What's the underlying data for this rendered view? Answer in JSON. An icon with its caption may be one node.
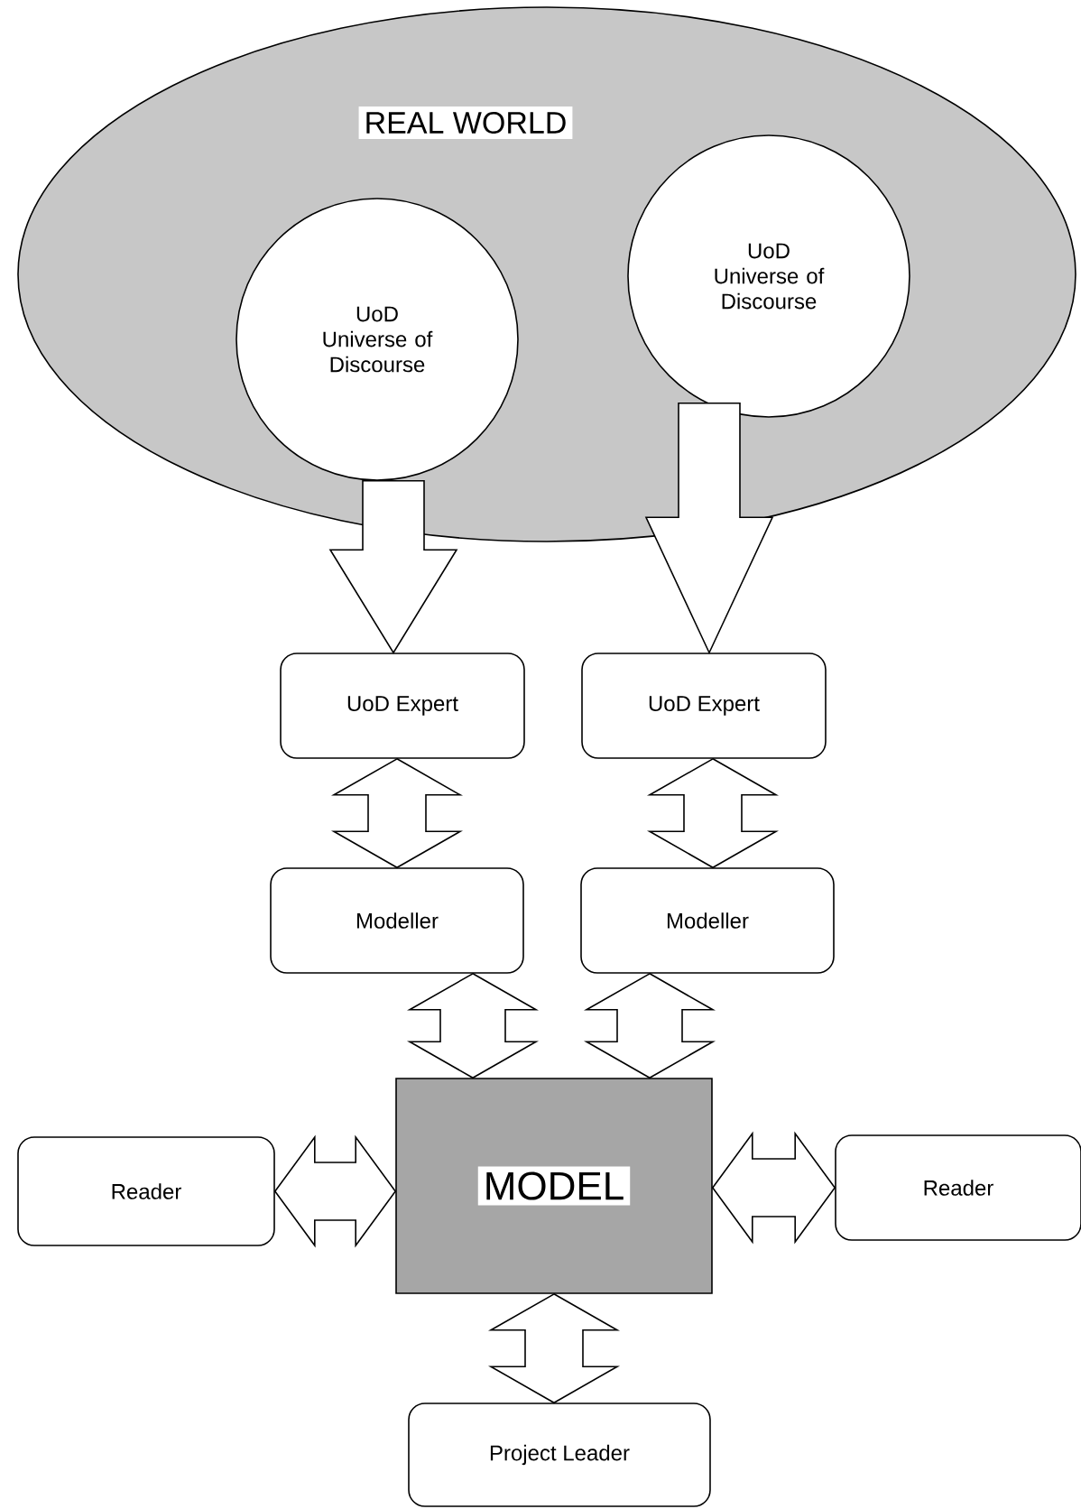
{
  "diagram": {
    "nodes": [
      {
        "text": [
          "REAL WORLD"
        ]
      },
      {
        "text": [
          "UoD Universe of Discourse"
        ],
        "in": 0
      },
      {
        "text": [
          "UoD Universe of Discourse"
        ],
        "in": 0
      },
      {
        "text": [
          "UoD Expert"
        ]
      },
      {
        "text": [
          "UoD Expert"
        ]
      },
      {
        "text": [
          "Modeller"
        ]
      },
      {
        "text": [
          "Modeller"
        ]
      },
      {
        "text": [
          "MODEL"
        ]
      },
      {
        "text": [
          "Reader"
        ]
      },
      {
        "text": [
          "Reader"
        ]
      },
      {
        "text": [
          "Project Leader"
        ]
      }
    ],
    "edges": [
      {
        "from": 1,
        "to": 3,
        "arrow": "to"
      },
      {
        "from": 2,
        "to": 4,
        "arrow": "to"
      },
      {
        "from": 3,
        "to": 5,
        "arrow": "both"
      },
      {
        "from": 4,
        "to": 6,
        "arrow": "both"
      },
      {
        "from": 5,
        "to": 7,
        "arrow": "both"
      },
      {
        "from": 6,
        "to": 7,
        "arrow": "both"
      },
      {
        "from": 8,
        "to": 7,
        "arrow": "both"
      },
      {
        "from": 7,
        "to": 9,
        "arrow": "both"
      },
      {
        "from": 7,
        "to": 10,
        "arrow": "both"
      }
    ]
  }
}
